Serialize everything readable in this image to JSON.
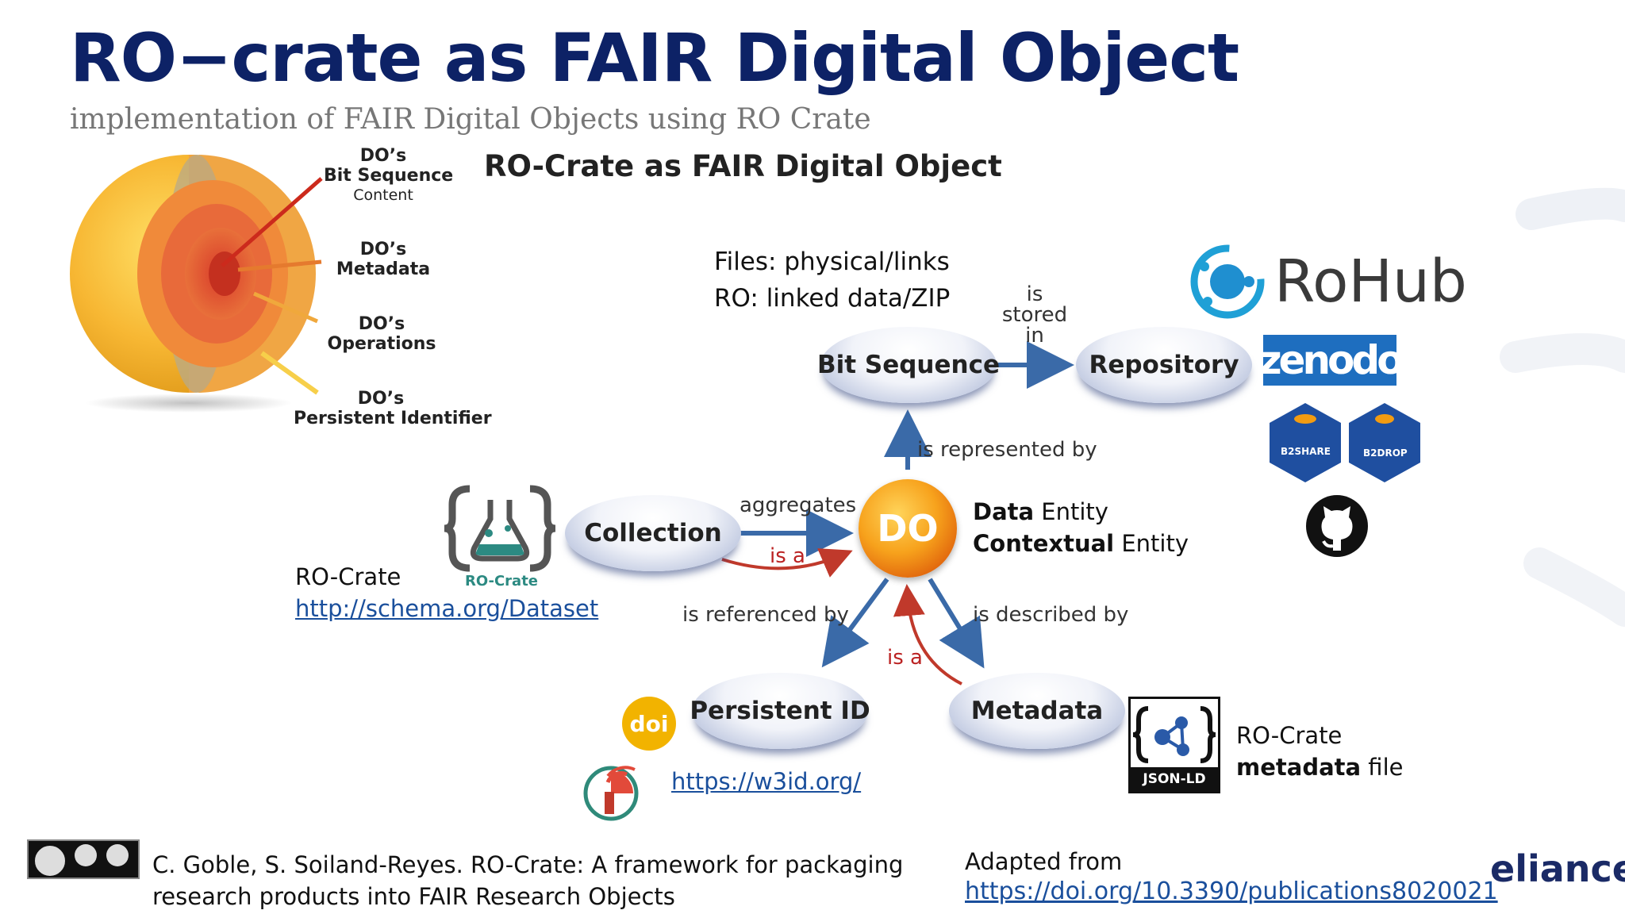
{
  "slide": {
    "title": "RO−crate as FAIR Digital Object",
    "subtitle": "implementation of FAIR Digital Objects using RO Crate"
  },
  "figure": {
    "title": "RO-Crate as FAIR Digital Object",
    "sphere_layers": [
      {
        "line1": "DO’s",
        "line2": "Bit Sequence",
        "line3": "Content"
      },
      {
        "line1": "DO’s",
        "line2": "Metadata"
      },
      {
        "line1": "DO’s",
        "line2": "Operations"
      },
      {
        "line1": "DO’s",
        "line2": "Persistent Identifier"
      }
    ],
    "files_note": [
      "Files: physical/links",
      "RO: linked data/ZIP"
    ],
    "nodes": {
      "bit_sequence": "Bit Sequence",
      "repository": "Repository",
      "do": "DO",
      "collection": "Collection",
      "persistent_id": "Persistent ID",
      "metadata": "Metadata"
    },
    "edges": {
      "is_stored_in": [
        "is",
        "stored",
        "in"
      ],
      "is_represented_by": "is represented by",
      "aggregates": "aggregates",
      "is_a_collection": "is a",
      "is_referenced_by": "is referenced by",
      "is_described_by": "is described by",
      "is_a_metadata": "is a"
    },
    "entities": {
      "data_bold": "Data",
      "data_rest": " Entity",
      "contextual_bold": "Contextual",
      "contextual_rest": " Entity"
    },
    "rocrate_label": "RO-Crate",
    "rocrate_logo_caption": "RO-Crate",
    "dataset_link": "http://schema.org/Dataset",
    "w3id_link": "https://w3id.org/",
    "metadata_file": {
      "line1": "RO-Crate",
      "line2_bold": "metadata",
      "line2_rest": " file"
    },
    "logos": {
      "rohub": "RoHub",
      "zenodo": "zenodo",
      "b2share": "B2SHARE",
      "b2drop": "B2DROP",
      "jsonld": "JSON-LD",
      "doi": "doi",
      "github_icon": "github-icon"
    }
  },
  "footer": {
    "citation_line1": "C. Goble, S. Soiland-Reyes. RO-Crate: A framework for packaging",
    "citation_line2": "research products into FAIR Research Objects",
    "adapted_from": "Adapted from",
    "doi_link": "https://doi.org/10.3390/publications8020021",
    "brand": "eliance",
    "license_icon": "cc-by-sa-icon"
  },
  "colors": {
    "title": "#0d2266",
    "arrow_blue": "#3a6aa8",
    "arrow_red": "#c0392b",
    "do_orange": "#f39c12",
    "link": "#1a4f9c"
  }
}
